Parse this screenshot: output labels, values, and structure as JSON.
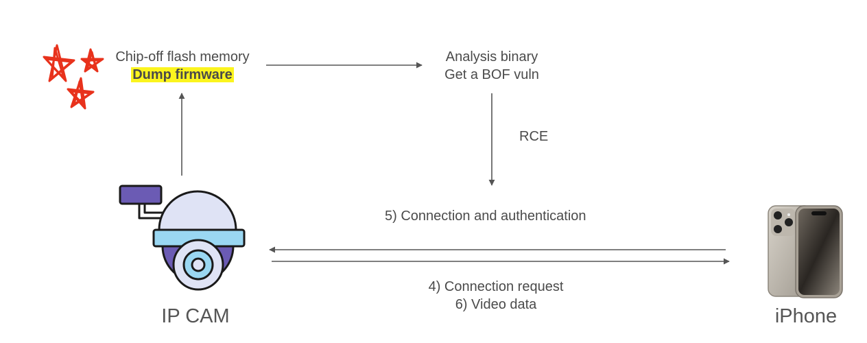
{
  "nodes": {
    "chipoff": {
      "line1": "Chip-off flash memory",
      "line2": "Dump firmware"
    },
    "analysis": {
      "line1": "Analysis binary",
      "line2": "Get a BOF vuln"
    },
    "ipcam": {
      "label": "IP CAM"
    },
    "iphone": {
      "label": "iPhone"
    }
  },
  "edges": {
    "rce_label": "RCE",
    "connection_auth": "5) Connection and authentication",
    "connection_request": "4) Connection request",
    "video_data": "6) Video data"
  },
  "colors": {
    "arrow": "#555555",
    "highlight": "#fbf41e",
    "doodle": "#e8321c",
    "camera_purple": "#6b5bb4",
    "camera_blue": "#9ad7f2",
    "camera_light": "#dfe3f5"
  },
  "icons": {
    "doodle": "red-star-doodle-icon",
    "camera": "ip-camera-icon",
    "phone": "iphone-icon"
  }
}
